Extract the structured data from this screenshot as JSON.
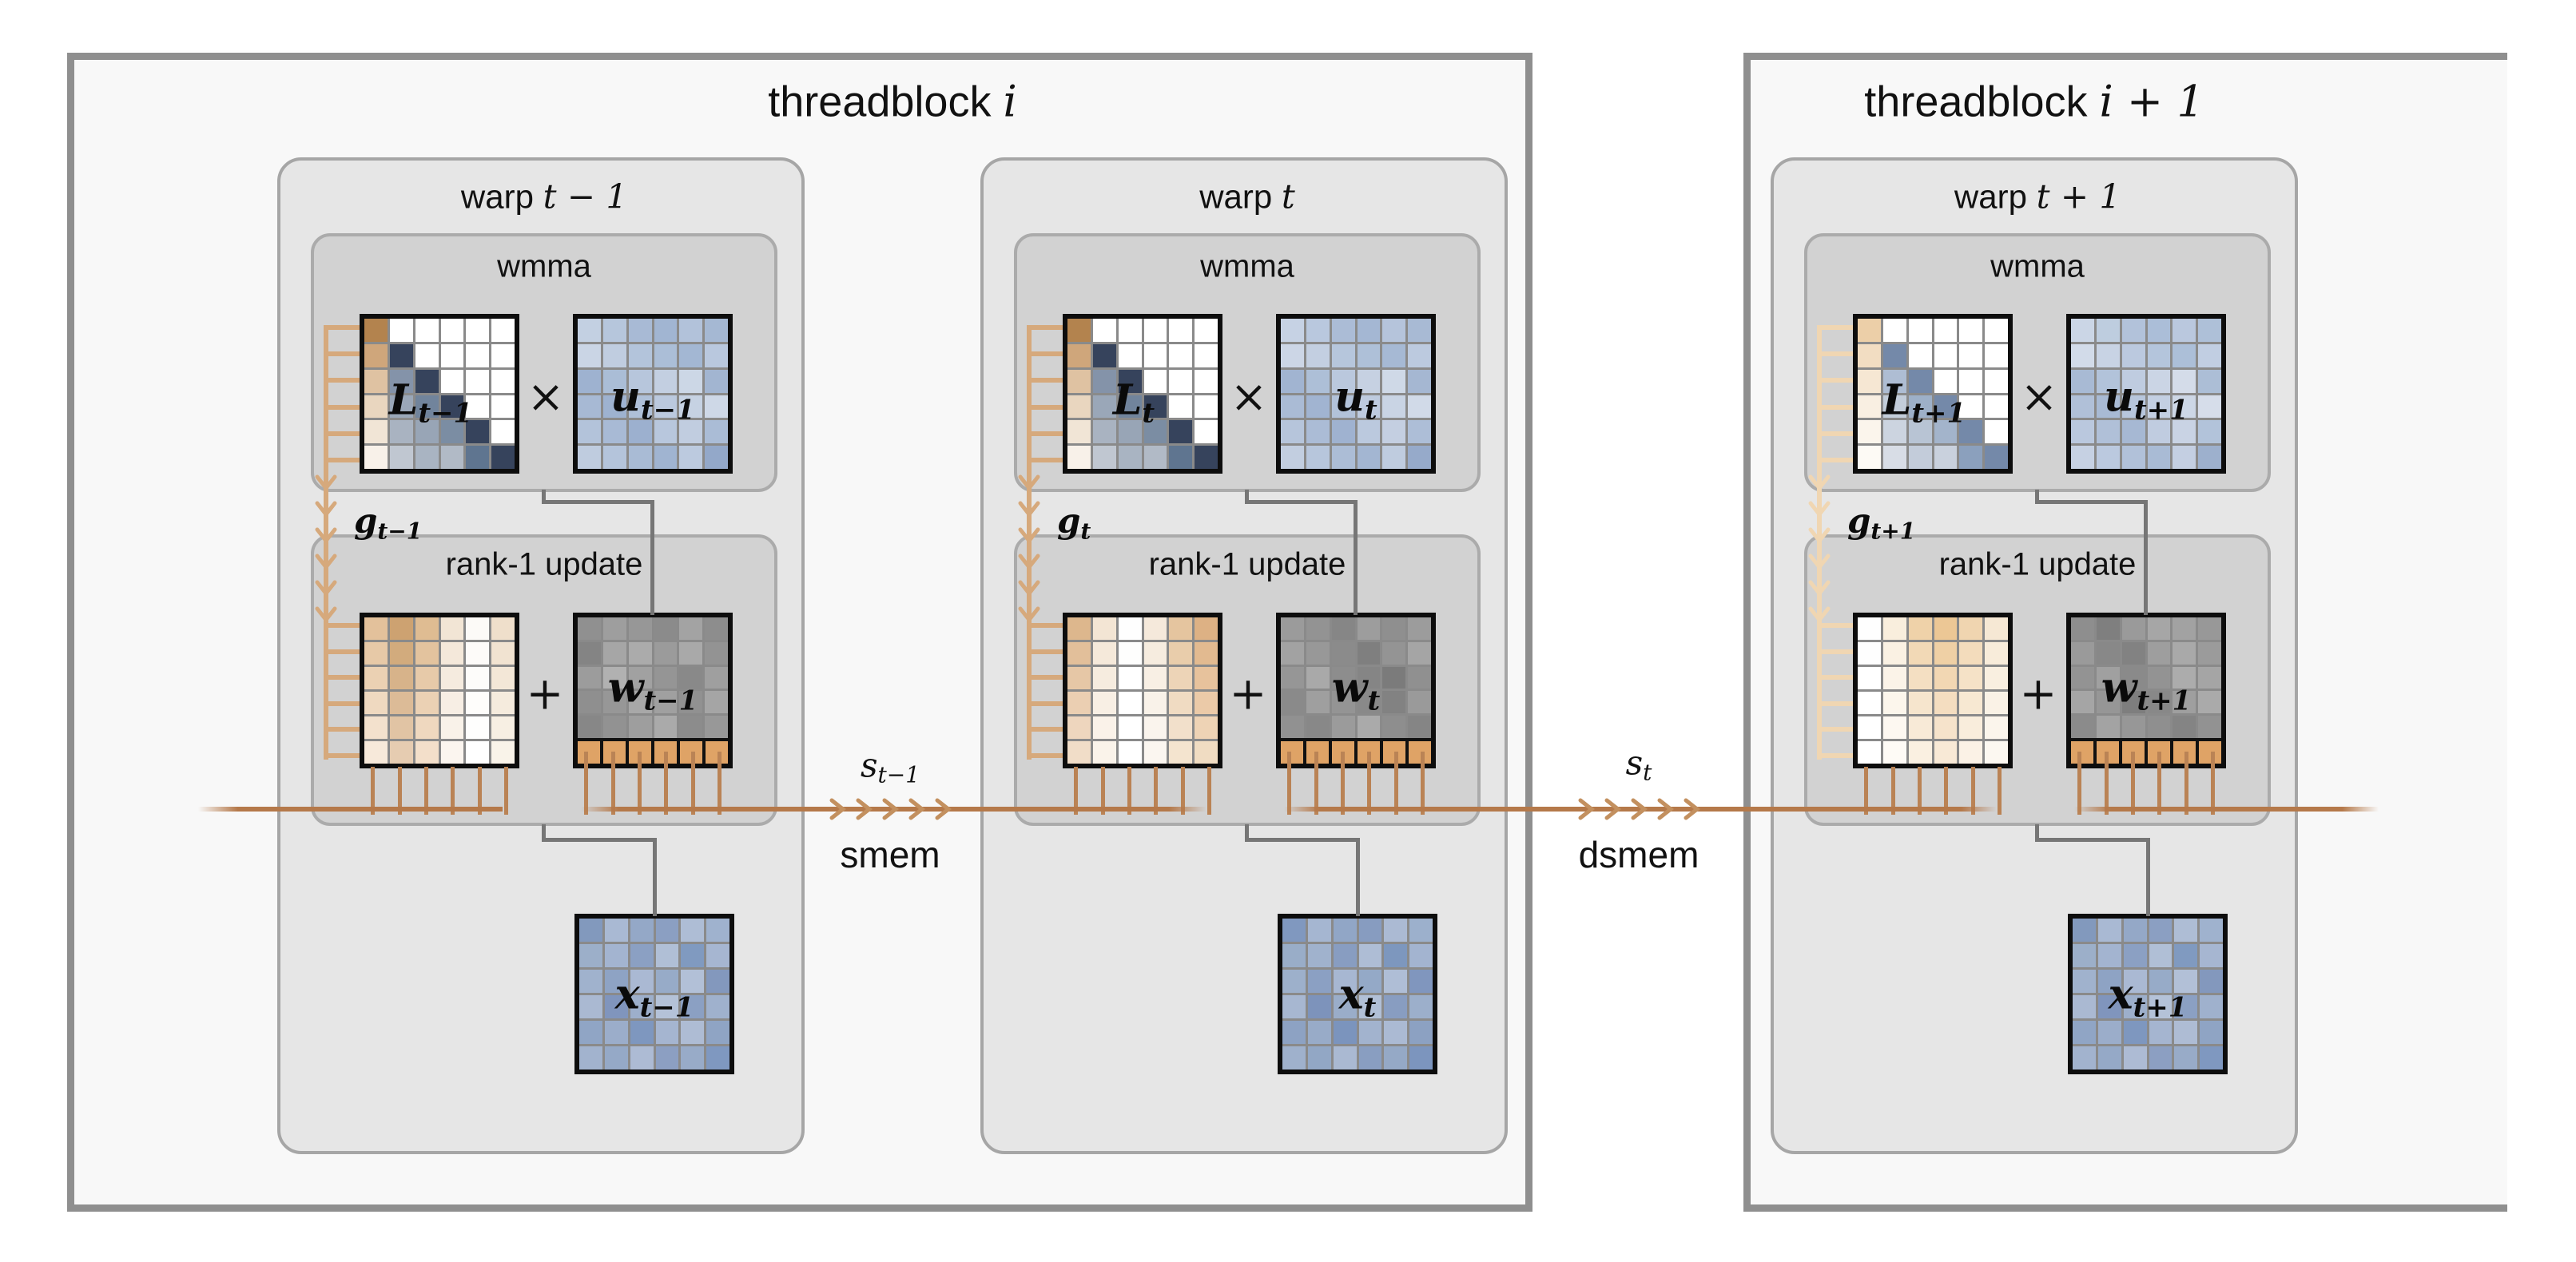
{
  "titles": [
    {
      "prefix": "threadblock ",
      "math": "i"
    },
    {
      "prefix": "threadblock ",
      "math": "i + 1"
    }
  ],
  "stream_labels": [
    {
      "s_main": "s",
      "s_sub": "t−1",
      "mem": "smem"
    },
    {
      "s_main": "s",
      "s_sub": "t",
      "mem": "dsmem"
    }
  ],
  "colors": {
    "page_bg": "#ffffff",
    "threadblock_fill": "#f8f8f8",
    "threadblock_border": "#8f8f8f",
    "warp_fill": "#e6e6e6",
    "warp_border": "#a6a6a6",
    "inner_fill": "#d2d2d2",
    "inner_border": "#ababab",
    "matrix_border": "#0d0d0d",
    "grid_line": "#8a8a8a",
    "stream_line": "#b5794a",
    "stream_chevron": "#c3905f",
    "drop_line": "#ba8355",
    "gray_connector": "#767676",
    "orange_cell": "#dfa366"
  },
  "warps": [
    {
      "label_prefix": "warp",
      "label_math": "t − 1",
      "wmma_label": "wmma",
      "rank1_label": "rank-1 update",
      "times": "×",
      "plus": "+",
      "comb_color": "#d6a97c",
      "g": {
        "main": "g",
        "sub": "t−1"
      },
      "L": {
        "main": "L",
        "sub": "t−1",
        "cells": [
          [
            "#b3834e",
            "#ffffff",
            "#ffffff",
            "#ffffff",
            "#ffffff",
            "#ffffff"
          ],
          [
            "#cfa67b",
            "#36435c",
            "#ffffff",
            "#ffffff",
            "#ffffff",
            "#ffffff"
          ],
          [
            "#dfc2a2",
            "#8493a9",
            "#36435c",
            "#ffffff",
            "#ffffff",
            "#ffffff"
          ],
          [
            "#e9d6bf",
            "#9aa7b8",
            "#71849c",
            "#36435c",
            "#ffffff",
            "#ffffff"
          ],
          [
            "#f1e5d6",
            "#a9b3c1",
            "#98a5b6",
            "#7b8da3",
            "#36435c",
            "#ffffff"
          ],
          [
            "#f8f1e9",
            "#c0c7d1",
            "#a9b4c2",
            "#b1bac6",
            "#5f7590",
            "#36435c"
          ]
        ]
      },
      "u": {
        "main": "u",
        "sub": "t−1",
        "cells": [
          [
            "#c3d0e2",
            "#b6c6dc",
            "#a8bad5",
            "#a1b5d2",
            "#b2c2da",
            "#a5b8d3"
          ],
          [
            "#cad5e5",
            "#c0cde0",
            "#b3c4db",
            "#abbed7",
            "#a3b7d3",
            "#b9c8de"
          ],
          [
            "#9eb2d0",
            "#aabdd6",
            "#b7c6dc",
            "#c3cfe1",
            "#ccd7e6",
            "#a2b5d1"
          ],
          [
            "#a7b9d4",
            "#9eb2d0",
            "#afc0d8",
            "#bbc9de",
            "#c6d2e3",
            "#ced8e7"
          ],
          [
            "#b3c3da",
            "#a8bad5",
            "#9cb0cf",
            "#b8c7dd",
            "#c1cde0",
            "#aabcd6"
          ],
          [
            "#bfccdf",
            "#b4c4db",
            "#a9bbd5",
            "#a0b4d1",
            "#bccadf",
            "#93a8c9"
          ]
        ]
      },
      "decay_cells": [
        [
          "#e3c19b",
          "#cda271",
          "#dfbc92",
          "#f2e5d5",
          "#fcfaf7",
          "#efdfcb"
        ],
        [
          "#e7c9a7",
          "#d2ab7d",
          "#e3c39e",
          "#f4e8da",
          "#fdfbf9",
          "#f1e3d1"
        ],
        [
          "#ebd1b3",
          "#d7b38a",
          "#e7caa9",
          "#f5ebdf",
          "#fdfcfa",
          "#f3e7d7"
        ],
        [
          "#efd9c0",
          "#dcbb97",
          "#ebd1b4",
          "#f7eee4",
          "#fefdfb",
          "#f5ebdd"
        ],
        [
          "#f3e1cd",
          "#e1c4a4",
          "#efd8bf",
          "#f9f2e9",
          "#fefefd",
          "#f7efe3"
        ],
        [
          "#f7e9da",
          "#e6ccb1",
          "#f3dfca",
          "#fbf5ef",
          "#ffffff",
          "#f9f3e9"
        ]
      ],
      "w": {
        "main": "w",
        "sub": "t−1",
        "orange": "#dfa366",
        "gray_cells": [
          [
            "#909090",
            "#9e9e9e",
            "#979797",
            "#8b8b8b",
            "#a3a3a3",
            "#8d8d8d"
          ],
          [
            "#848484",
            "#a6a6a6",
            "#ababab",
            "#9b9b9b",
            "#a9a9a9",
            "#939393"
          ],
          [
            "#9c9c9c",
            "#b1b1b1",
            "#a1a1a1",
            "#959595",
            "#898989",
            "#9f9f9f"
          ],
          [
            "#8f8f8f",
            "#979797",
            "#a8a8a8",
            "#a0a0a0",
            "#919191",
            "#a5a5a5"
          ],
          [
            "#878787",
            "#929292",
            "#9e9e9e",
            "#aaaaaa",
            "#8c8c8c",
            "#989898"
          ]
        ]
      },
      "x": {
        "main": "x",
        "sub": "t−1",
        "cells": [
          [
            "#8299bd",
            "#a9b9d3",
            "#94a8c7",
            "#8b9fc2",
            "#aebdd5",
            "#9fb2ce"
          ],
          [
            "#9cafc9",
            "#a3b4d0",
            "#8ba0c3",
            "#b0bfd6",
            "#809ac0",
            "#a6b6d1"
          ],
          [
            "#a0b2cd",
            "#8ea3c4",
            "#aab9d3",
            "#97abc8",
            "#b2c0d7",
            "#8398bd"
          ],
          [
            "#aab9d2",
            "#8095bd",
            "#9dafcb",
            "#b4c2d8",
            "#8ba0c3",
            "#9fb1cd"
          ],
          [
            "#90a5c5",
            "#9badca",
            "#7e97bf",
            "#a5b5d0",
            "#aebcd4",
            "#8fa4c4"
          ],
          [
            "#a2b3ce",
            "#95a9c7",
            "#adbbd4",
            "#8c9fc2",
            "#98abc8",
            "#7f98c0"
          ]
        ]
      }
    },
    {
      "label_prefix": "warp",
      "label_math": "t",
      "wmma_label": "wmma",
      "rank1_label": "rank-1 update",
      "times": "×",
      "plus": "+",
      "comb_color": "#d6a97c",
      "g": {
        "main": "g",
        "sub": "t"
      },
      "L": {
        "main": "L",
        "sub": "t",
        "cells": [
          [
            "#b3834e",
            "#ffffff",
            "#ffffff",
            "#ffffff",
            "#ffffff",
            "#ffffff"
          ],
          [
            "#cfa67b",
            "#36435c",
            "#ffffff",
            "#ffffff",
            "#ffffff",
            "#ffffff"
          ],
          [
            "#dfc2a2",
            "#8493a9",
            "#36435c",
            "#ffffff",
            "#ffffff",
            "#ffffff"
          ],
          [
            "#e9d6bf",
            "#9aa7b8",
            "#71849c",
            "#36435c",
            "#ffffff",
            "#ffffff"
          ],
          [
            "#f1e5d6",
            "#a9b3c1",
            "#98a5b6",
            "#7b8da3",
            "#36435c",
            "#ffffff"
          ],
          [
            "#f8f1e9",
            "#c0c7d1",
            "#a9b4c2",
            "#b1bac6",
            "#5f7590",
            "#36435c"
          ]
        ]
      },
      "u": {
        "main": "u",
        "sub": "t",
        "cells": [
          [
            "#c6d2e4",
            "#b9c8de",
            "#abbcd6",
            "#a4b7d3",
            "#b5c4db",
            "#a8bad4"
          ],
          [
            "#ccd6e6",
            "#c3cfe1",
            "#b6c6dc",
            "#aec0d8",
            "#a6b9d4",
            "#bccadf"
          ],
          [
            "#a1b4d1",
            "#adbfd7",
            "#bac8dd",
            "#c6d1e2",
            "#cfd9e7",
            "#a5b7d2"
          ],
          [
            "#aabbd5",
            "#a1b4d1",
            "#b2c2d9",
            "#becbdf",
            "#c9d4e4",
            "#d1dae8"
          ],
          [
            "#b6c5db",
            "#abbcd6",
            "#9fb2d0",
            "#bbc9de",
            "#c4cfe1",
            "#adbed7"
          ],
          [
            "#c2cee0",
            "#b7c6dc",
            "#acbdd6",
            "#a3b6d2",
            "#bfccdf",
            "#96aaca"
          ]
        ]
      },
      "decay_cells": [
        [
          "#ddb78d",
          "#f3e5d4",
          "#fefefe",
          "#f5e9db",
          "#e5c59f",
          "#ddb184"
        ],
        [
          "#e2bf9a",
          "#f5e9da",
          "#fefefd",
          "#f6ecdf",
          "#e9cdab",
          "#e2ba90"
        ],
        [
          "#e6c7a6",
          "#f6ecdf",
          "#ffffff",
          "#f8efe4",
          "#edd4b7",
          "#e7c29c"
        ],
        [
          "#ebcfb2",
          "#f8efe4",
          "#ffffff",
          "#f9f2e9",
          "#f0dbc2",
          "#ebcaa8"
        ],
        [
          "#eed6be",
          "#faf2e9",
          "#ffffff",
          "#faf4ed",
          "#f2e0cb",
          "#eed3b5"
        ],
        [
          "#f1ddc8",
          "#faf3ea",
          "#ffffff",
          "#fbf6f0",
          "#f4e4cf",
          "#f0dcc2"
        ]
      ],
      "w": {
        "main": "w",
        "sub": "t",
        "orange": "#dfa366",
        "gray_cells": [
          [
            "#9b9b9b",
            "#939393",
            "#868686",
            "#9d9d9d",
            "#8f8f8f",
            "#9c9c9c"
          ],
          [
            "#a2a2a2",
            "#989898",
            "#8b8b8b",
            "#7f7f7f",
            "#949494",
            "#a5a5a5"
          ],
          [
            "#969696",
            "#a9a9a9",
            "#8d8d8d",
            "#858585",
            "#7b7b7b",
            "#909090"
          ],
          [
            "#8a8a8a",
            "#9f9f9f",
            "#949494",
            "#898989",
            "#828282",
            "#9a9a9a"
          ],
          [
            "#919191",
            "#888888",
            "#9b9b9b",
            "#aaaaaa",
            "#8e8e8e",
            "#858585"
          ]
        ]
      },
      "x": {
        "main": "x",
        "sub": "t",
        "cells": [
          [
            "#8098bf",
            "#a5b6d1",
            "#91a6c6",
            "#879cc0",
            "#abbad3",
            "#9cb0cc"
          ],
          [
            "#99adc8",
            "#a0b2cd",
            "#889dc1",
            "#aebdd5",
            "#7d97be",
            "#a3b4d0"
          ],
          [
            "#9db0cb",
            "#8ba0c3",
            "#a7b7d2",
            "#94a9c7",
            "#afbed6",
            "#8096be"
          ],
          [
            "#a7b7d1",
            "#7d93bb",
            "#9aadc9",
            "#b1c0d7",
            "#889dc1",
            "#9cafcb"
          ],
          [
            "#8da2c3",
            "#98abc8",
            "#7b94bd",
            "#a2b3ce",
            "#abbad3",
            "#8ca1c2"
          ],
          [
            "#9fb1cc",
            "#92a7c5",
            "#aab9d2",
            "#899ec1",
            "#95a9c6",
            "#7c95be"
          ]
        ]
      }
    },
    {
      "label_prefix": "warp",
      "label_math": "t + 1",
      "wmma_label": "wmma",
      "rank1_label": "rank-1 update",
      "times": "×",
      "plus": "+",
      "comb_color": "#f0d6b2",
      "g": {
        "main": "g",
        "sub": "t+1"
      },
      "L": {
        "main": "L",
        "sub": "t+1",
        "cells": [
          [
            "#eccfa8",
            "#ffffff",
            "#ffffff",
            "#ffffff",
            "#ffffff",
            "#ffffff"
          ],
          [
            "#f2ddc2",
            "#7489a9",
            "#ffffff",
            "#ffffff",
            "#ffffff",
            "#ffffff"
          ],
          [
            "#f6e7d3",
            "#aebdd3",
            "#7489a9",
            "#ffffff",
            "#ffffff",
            "#ffffff"
          ],
          [
            "#f9efe2",
            "#c3cdda",
            "#9db0c8",
            "#7489a9",
            "#ffffff",
            "#ffffff"
          ],
          [
            "#fbf5ec",
            "#ccd4e0",
            "#b8c4d4",
            "#a3b4cb",
            "#7489a9",
            "#ffffff"
          ],
          [
            "#fdfaf5",
            "#d8dde6",
            "#c3ccda",
            "#c9d1dd",
            "#8ba0bd",
            "#7489a9"
          ]
        ]
      },
      "u": {
        "main": "u",
        "sub": "t+1",
        "cells": [
          [
            "#cbd6e6",
            "#becddf",
            "#b2c2da",
            "#abbed8",
            "#bac8de",
            "#aec0d8"
          ],
          [
            "#d2dbe9",
            "#c8d3e4",
            "#bbc9df",
            "#b4c5dc",
            "#acbfd8",
            "#c1cee2"
          ],
          [
            "#a8bad4",
            "#b2c3da",
            "#bfcce0",
            "#cbd5e5",
            "#d4dce9",
            "#acbed6"
          ],
          [
            "#b0c0d8",
            "#a8bad4",
            "#b7c6dc",
            "#c3cfe2",
            "#cdd7e6",
            "#d6ddea"
          ],
          [
            "#bac8de",
            "#b0c0d8",
            "#a6b8d3",
            "#c0cce0",
            "#c9d3e4",
            "#b2c3da"
          ],
          [
            "#c6d1e3",
            "#bbc9df",
            "#b1c1d9",
            "#a9bbd5",
            "#c4cfe2",
            "#9db0cd"
          ]
        ]
      },
      "decay_cells": [
        [
          "#fefefe",
          "#f9eedd",
          "#efd2a9",
          "#ecc795",
          "#f0d5b0",
          "#f6e8d4"
        ],
        [
          "#fefefe",
          "#faf1e3",
          "#f2d9b6",
          "#efd0a5",
          "#f3dcbc",
          "#f8ecda"
        ],
        [
          "#ffffff",
          "#fbf3e8",
          "#f4dfc2",
          "#f2d7b3",
          "#f5e2c7",
          "#f9efe0"
        ],
        [
          "#ffffff",
          "#fcf6ec",
          "#f6e5cd",
          "#f4ddc0",
          "#f7e8d2",
          "#faf2e6"
        ],
        [
          "#ffffff",
          "#fdf8f1",
          "#f8ead7",
          "#f6e3cb",
          "#f9eddc",
          "#fbf5ec"
        ],
        [
          "#ffffff",
          "#fefbf6",
          "#faf0e1",
          "#f8e9d6",
          "#fbf2e6",
          "#fcf8f1"
        ]
      ],
      "w": {
        "main": "w",
        "sub": "t+1",
        "orange": "#dfa366",
        "gray_cells": [
          [
            "#8e8e8e",
            "#7f7f7f",
            "#9a9a9a",
            "#a6a6a6",
            "#a2a2a2",
            "#989898"
          ],
          [
            "#9a9a9a",
            "#888888",
            "#828282",
            "#9e9e9e",
            "#a9a9a9",
            "#9b9b9b"
          ],
          [
            "#939393",
            "#a0a0a0",
            "#8a8a8a",
            "#939393",
            "#acacac",
            "#a5a5a5"
          ],
          [
            "#a5a5a5",
            "#969696",
            "#7e7e7e",
            "#888888",
            "#9f9f9f",
            "#aaaaaa"
          ],
          [
            "#8b8b8b",
            "#a3a3a3",
            "#979797",
            "#8f8f8f",
            "#848484",
            "#929292"
          ]
        ]
      },
      "x": {
        "main": "x",
        "sub": "t+1",
        "cells": [
          [
            "#8299bd",
            "#a9b9d3",
            "#94a8c7",
            "#8b9fc2",
            "#aebdd5",
            "#9fb2ce"
          ],
          [
            "#9cafc9",
            "#a3b4d0",
            "#8ba0c3",
            "#b0bfd6",
            "#809ac0",
            "#a6b6d1"
          ],
          [
            "#a0b2cd",
            "#8ea3c4",
            "#aab9d3",
            "#97abc8",
            "#b2c0d7",
            "#8398bd"
          ],
          [
            "#aab9d2",
            "#8095bd",
            "#9dafcb",
            "#b4c2d8",
            "#8ba0c3",
            "#9fb1cd"
          ],
          [
            "#90a5c5",
            "#9badca",
            "#7e97bf",
            "#a5b5d0",
            "#aebcd4",
            "#8fa4c4"
          ],
          [
            "#a2b3ce",
            "#95a9c7",
            "#adbbd4",
            "#8c9fc2",
            "#98abc8",
            "#7f98c0"
          ]
        ]
      }
    }
  ]
}
